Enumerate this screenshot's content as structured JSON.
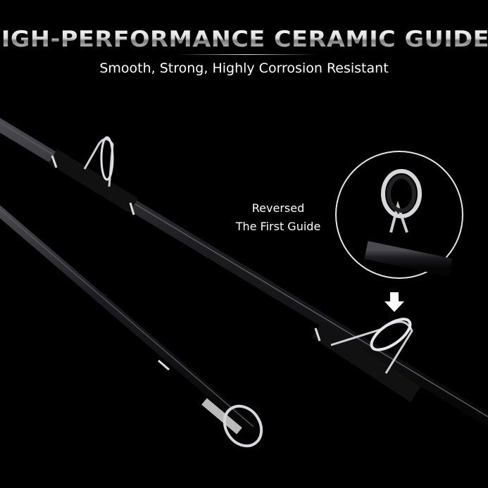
{
  "title": "HIGH-PERFORMANCE CERAMIC GUIDES",
  "subtitle": "Smooth, Strong, Highly Corrosion Resistant",
  "callout": {
    "line1": "Reversed",
    "line2": "The First Guide"
  },
  "icons": [
    "arrow-down-icon"
  ],
  "colors": {
    "background": "#000000",
    "text": "#ffffff",
    "rod": "#1c1c1e",
    "metal": "#c8c8cc"
  }
}
